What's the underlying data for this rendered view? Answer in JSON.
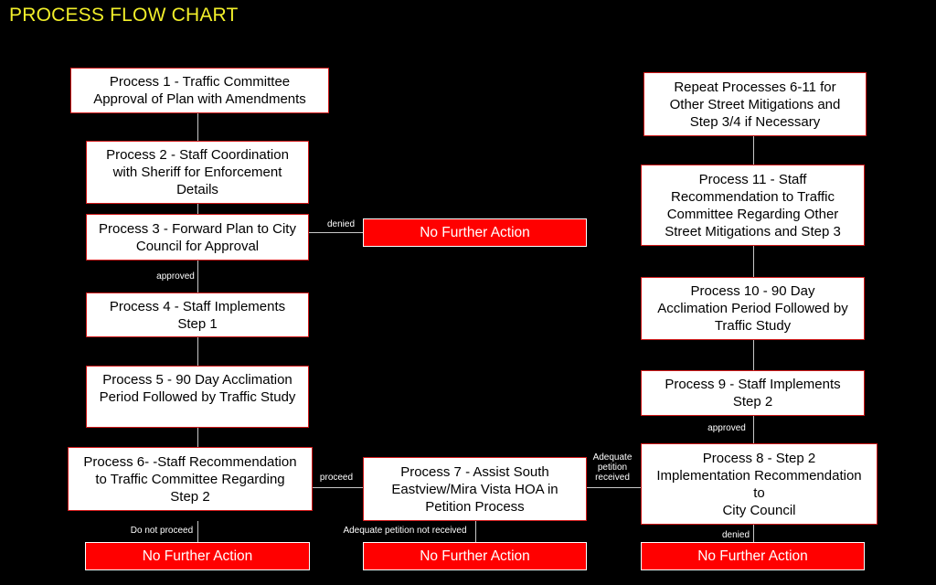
{
  "title": "PROCESS FLOW CHART",
  "nodes": {
    "p1": "Process 1 - Traffic Committee\nApproval of Plan with Amendments",
    "p2": "Process 2 - Staff Coordination\nwith Sheriff for Enforcement\nDetails",
    "p3": "Process 3 - Forward Plan to City\nCouncil for Approval",
    "p4": "Process 4 - Staff Implements\nStep 1",
    "p5": "Process 5 - 90 Day Acclimation\nPeriod Followed by Traffic Study",
    "p6": "Process 6- -Staff Recommendation\nto Traffic Committee Regarding\nStep 2",
    "p7": "Process 7 - Assist South\nEastview/Mira Vista HOA in\nPetition Process",
    "p8": "Process 8 - Step 2\nImplementation Recommendation\nto\nCity Council",
    "p9": "Process 9 - Staff Implements\nStep 2",
    "p10": "Process 10 - 90 Day\nAcclimation Period Followed by\nTraffic Study",
    "p11": "Process 11 - Staff\nRecommendation to Traffic\nCommittee Regarding Other\nStreet Mitigations and Step 3",
    "repeat": "Repeat Processes 6-11 for\nOther Street Mitigations and\nStep 3/4 if Necessary",
    "nfa1": "No Further Action",
    "nfa2": "No Further Action",
    "nfa3": "No Further Action",
    "nfa4": "No Further Action"
  },
  "edge_labels": {
    "denied_p3": "denied",
    "approved_p3": "approved",
    "proceed": "proceed",
    "do_not_proceed": "Do not proceed",
    "adequate_not_received": "Adequate petition not received",
    "adequate_received": "Adequate\npetition\nreceived",
    "approved_p8": "approved",
    "denied_p8": "denied"
  },
  "colors": {
    "background": "#000000",
    "title": "#f2ef2a",
    "terminal": "#ff0000",
    "connector": "#c8c8c8"
  }
}
